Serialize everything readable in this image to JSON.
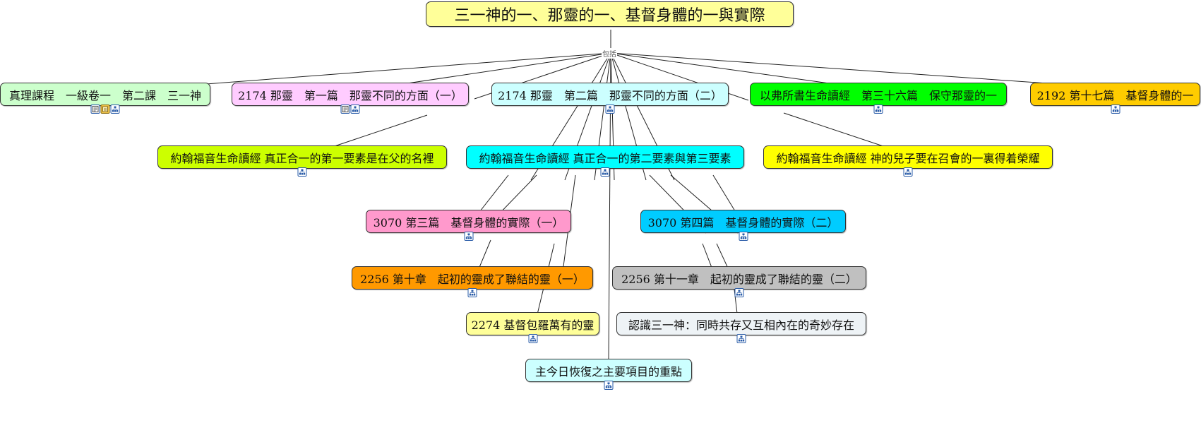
{
  "root": {
    "title": "三一神的一、那靈的一、基督身體的一與實際",
    "relation_label": "包括"
  },
  "nodes": {
    "n_truth": {
      "label": "真理課程　一級卷一　第二課　三一神",
      "color": "#ccffcc"
    },
    "n_2174_1": {
      "label": "2174 那靈　第一篇　那靈不同的方面（一）",
      "color": "#ffccff"
    },
    "n_2174_2": {
      "label": "2174 那靈　第二篇　那靈不同的方面（二）",
      "color": "#ccffff"
    },
    "n_eph36": {
      "label": "以弗所書生命讀經　第三十六篇　保守那靈的一",
      "color": "#00ff00"
    },
    "n_2192": {
      "label": "2192 第十七篇　基督身體的一",
      "color": "#ffcc00"
    },
    "n_john1": {
      "label": "約翰福音生命讀經 真正合一的第一要素是在父的名裡",
      "color": "#ccff00"
    },
    "n_john23": {
      "label": "約翰福音生命讀經 真正合一的第二要素與第三要素",
      "color": "#00ffff"
    },
    "n_johnson": {
      "label": "約翰福音生命讀經 神的兒子要在召會的一裏得着榮耀",
      "color": "#ffff00"
    },
    "n_3070_3": {
      "label": "3070 第三篇　基督身體的實際（一）",
      "color": "#ff99cc"
    },
    "n_3070_4": {
      "label": "3070 第四篇　基督身體的實際（二）",
      "color": "#00ccff"
    },
    "n_2256_10": {
      "label": "2256 第十章　起初的靈成了聯結的靈（一）",
      "color": "#ff9900"
    },
    "n_2256_11": {
      "label": "2256 第十一章　起初的靈成了聯結的靈（二）",
      "color": "#c0c0c0"
    },
    "n_2274": {
      "label": "2274 基督包羅萬有的靈",
      "color": "#ffff99"
    },
    "n_know": {
      "label": "認識三一神：同時共存又互相內在的奇妙存在",
      "color": "#eef3f6"
    },
    "n_lord": {
      "label": "主今日恢復之主要項目的重點",
      "color": "#ccffff"
    }
  },
  "icons": {
    "n_truth": [
      "note-icon",
      "file-icon",
      "map-icon"
    ],
    "n_2174_1": [
      "note-icon",
      "map-icon"
    ],
    "default": [
      "map-icon"
    ]
  },
  "colors": {
    "title_fill": "#ffff99",
    "line": "#222222"
  }
}
